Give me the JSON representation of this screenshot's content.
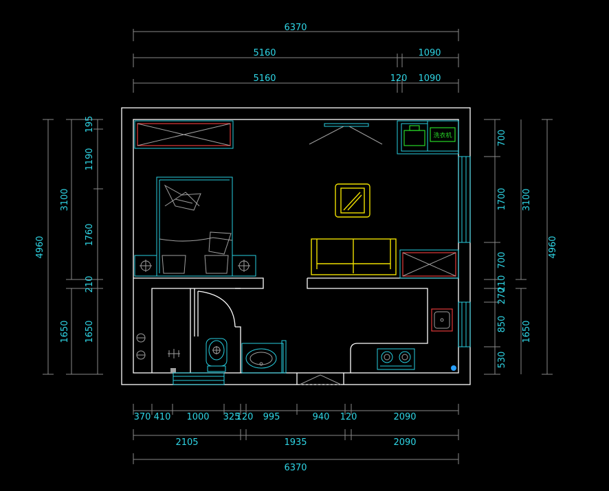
{
  "drawing": {
    "top_dims": {
      "overall": "6370",
      "row2_left": "5160",
      "row2_right": "1090",
      "row3_left": "5160",
      "row3_mid": "120",
      "row3_right": "1090"
    },
    "bottom_dims": {
      "row1": [
        "370",
        "410",
        "1000",
        "325",
        "120",
        "995",
        "940",
        "120",
        "2090"
      ],
      "row2": [
        "2105",
        "1935",
        "2090"
      ],
      "overall": "6370"
    },
    "left_dims": {
      "overall": "4960",
      "upper_total": "3100",
      "lower_total": "1650",
      "inner": [
        "195",
        "1190",
        "1760",
        "210",
        "1650"
      ]
    },
    "right_dims": {
      "overall": "4960",
      "upper_total": "3100",
      "lower_total": "1650",
      "inner": [
        "700",
        "1700",
        "700",
        "210",
        "270",
        "850",
        "530"
      ]
    },
    "labels": {
      "washing_machine": "洗衣机"
    },
    "colors": {
      "background": "#000000",
      "dimension_text": "#2fd6e6",
      "walls": "#ffffff",
      "furniture_cyan": "#28d0e2",
      "sofa_yellow": "#f0e000",
      "storage_red": "#e33a3a",
      "appliance_green": "#27d827"
    }
  }
}
